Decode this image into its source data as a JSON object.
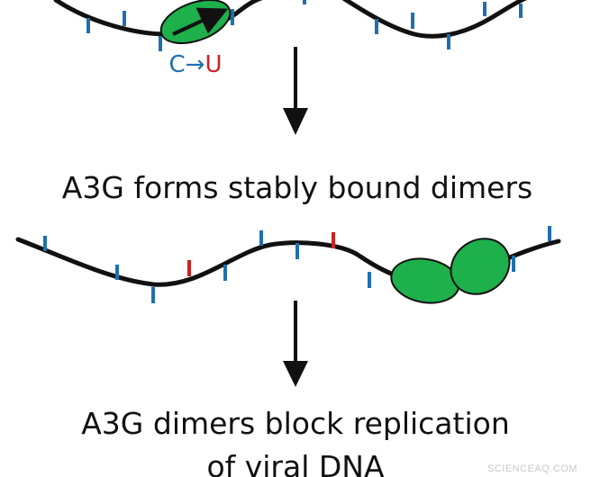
{
  "mutation_label": {
    "from": "C",
    "arrow": "→",
    "to": "U",
    "from_color": "#1f6fb0",
    "to_color": "#cc2222"
  },
  "step_captions": [
    "A3G forms stably bound dimers",
    "A3G dimers block replication",
    "of viral DNA"
  ],
  "watermark": "SCIENCEAQ.COM",
  "colors": {
    "strand": "#111111",
    "site_normal": "#1f6fb0",
    "site_mutated": "#cc2222",
    "protein_fill": "#1db04b",
    "protein_stroke": "#111111",
    "arrow": "#111111",
    "caption_text": "#111111",
    "watermark_text": "#c9c9c9"
  },
  "icons": {
    "monomer_direction": "arrow-right-icon",
    "flow": "arrow-down-icon"
  }
}
